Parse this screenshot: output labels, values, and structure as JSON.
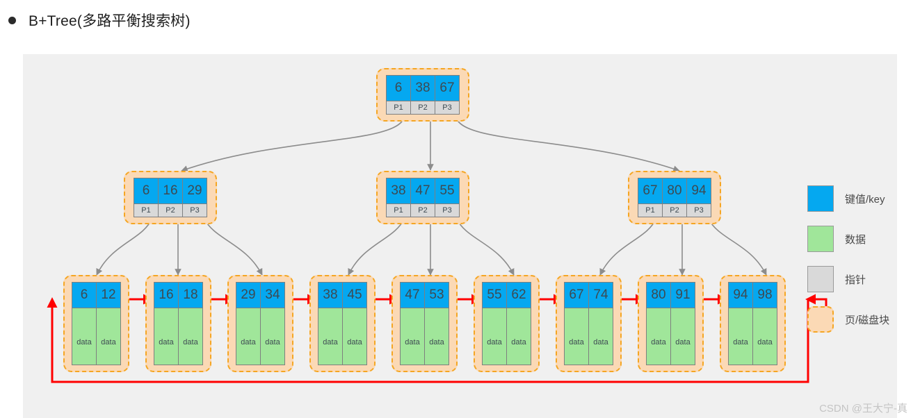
{
  "title": {
    "text": "B+Tree(多路平衡搜索树)",
    "bullet": "bullet-dot"
  },
  "colors": {
    "key": "#05a8f0",
    "data": "#a0e69a",
    "pointer": "#d9d9d9",
    "page_fill": "#fbd9b5",
    "page_border": "#f5a623",
    "link_arrow": "#8c8c8c",
    "leaf_link": "#ff0000",
    "canvas_bg": "#f0f0f0"
  },
  "tree": {
    "root": {
      "keys": [
        "6",
        "38",
        "67"
      ],
      "pointers": [
        "P1",
        "P2",
        "P3"
      ]
    },
    "internal": [
      {
        "keys": [
          "6",
          "16",
          "29"
        ],
        "pointers": [
          "P1",
          "P2",
          "P3"
        ]
      },
      {
        "keys": [
          "38",
          "47",
          "55"
        ],
        "pointers": [
          "P1",
          "P2",
          "P3"
        ]
      },
      {
        "keys": [
          "67",
          "80",
          "94"
        ],
        "pointers": [
          "P1",
          "P2",
          "P3"
        ]
      }
    ],
    "leaves": [
      {
        "keys": [
          "6",
          "12"
        ],
        "data": [
          "data",
          "data"
        ]
      },
      {
        "keys": [
          "16",
          "18"
        ],
        "data": [
          "data",
          "data"
        ]
      },
      {
        "keys": [
          "29",
          "34"
        ],
        "data": [
          "data",
          "data"
        ]
      },
      {
        "keys": [
          "38",
          "45"
        ],
        "data": [
          "data",
          "data"
        ]
      },
      {
        "keys": [
          "47",
          "53"
        ],
        "data": [
          "data",
          "data"
        ]
      },
      {
        "keys": [
          "55",
          "62"
        ],
        "data": [
          "data",
          "data"
        ]
      },
      {
        "keys": [
          "67",
          "74"
        ],
        "data": [
          "data",
          "data"
        ]
      },
      {
        "keys": [
          "80",
          "91"
        ],
        "data": [
          "data",
          "data"
        ]
      },
      {
        "keys": [
          "94",
          "98"
        ],
        "data": [
          "data",
          "data"
        ]
      }
    ]
  },
  "legend": {
    "items": [
      {
        "label": "键值/key",
        "swatch": "key-swatch"
      },
      {
        "label": "数据",
        "swatch": "data-swatch"
      },
      {
        "label": "指针",
        "swatch": "pointer-swatch"
      },
      {
        "label": "页/磁盘块",
        "swatch": "page-swatch"
      }
    ]
  },
  "watermark": {
    "text": "CSDN @王大宁-真"
  }
}
